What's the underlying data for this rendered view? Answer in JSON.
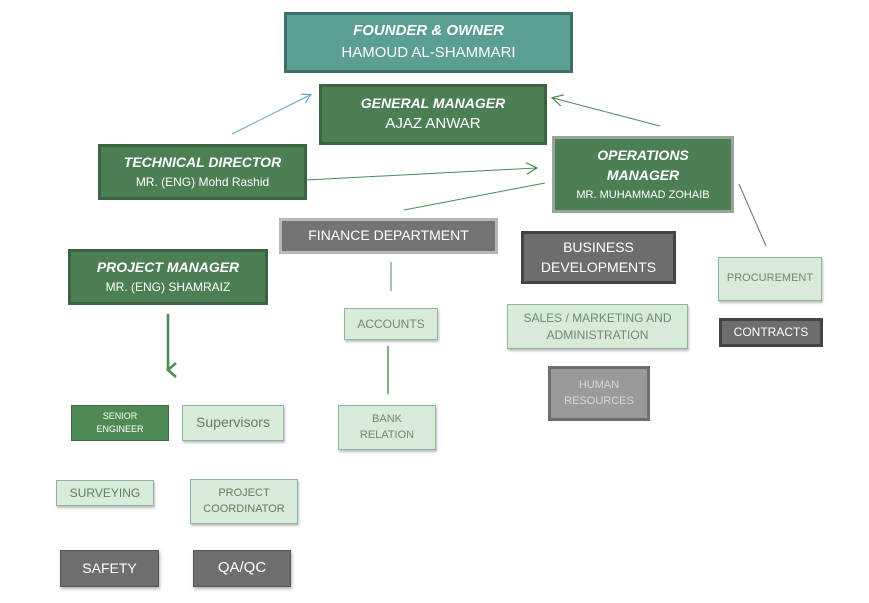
{
  "colors": {
    "teal": "#5b9e93",
    "dark_green": "#4d7f55",
    "grey": "#747474",
    "mint": "#d8ead8",
    "connector_blue": "#5ba7c8",
    "connector_green": "#4c8b56",
    "connector_grey": "#6f6f6f"
  },
  "founder": {
    "title": "FOUNDER & OWNER",
    "name": "HAMOUD AL-SHAMMARI"
  },
  "general_manager": {
    "title": "GENERAL MANAGER",
    "name": "AJAZ ANWAR"
  },
  "technical_director": {
    "title": "TECHNICAL DIRECTOR",
    "name": "MR. (ENG) Mohd Rashid"
  },
  "operations_manager": {
    "title_line1": "OPERATIONS",
    "title_line2": "MANAGER",
    "name": "MR. MUHAMMAD ZOHAIB"
  },
  "finance": {
    "label": "FINANCE DEPARTMENT",
    "accounts": "ACCOUNTS",
    "bank_line1": "BANK",
    "bank_line2": "RELATION"
  },
  "project_manager": {
    "title": "PROJECT MANAGER",
    "name": "MR. (ENG) SHAMRAIZ"
  },
  "business": {
    "label_line1": "BUSINESS",
    "label_line2": "DEVELOPMENTS",
    "sales_line1": "SALES / MARKETING AND",
    "sales_line2": "ADMINISTRATION",
    "hr_line1": "HUMAN",
    "hr_line2": "RESOURCES"
  },
  "procurement": "PROCUREMENT",
  "contracts": "CONTRACTS",
  "project_team": {
    "senior_line1": "SENIOR",
    "senior_line2": "ENGINEER",
    "supervisors": "Supervisors",
    "surveying": "SURVEYING",
    "coordinator_line1": "PROJECT",
    "coordinator_line2": "COORDINATOR",
    "safety": "SAFETY",
    "qaqc": "QA/QC"
  }
}
